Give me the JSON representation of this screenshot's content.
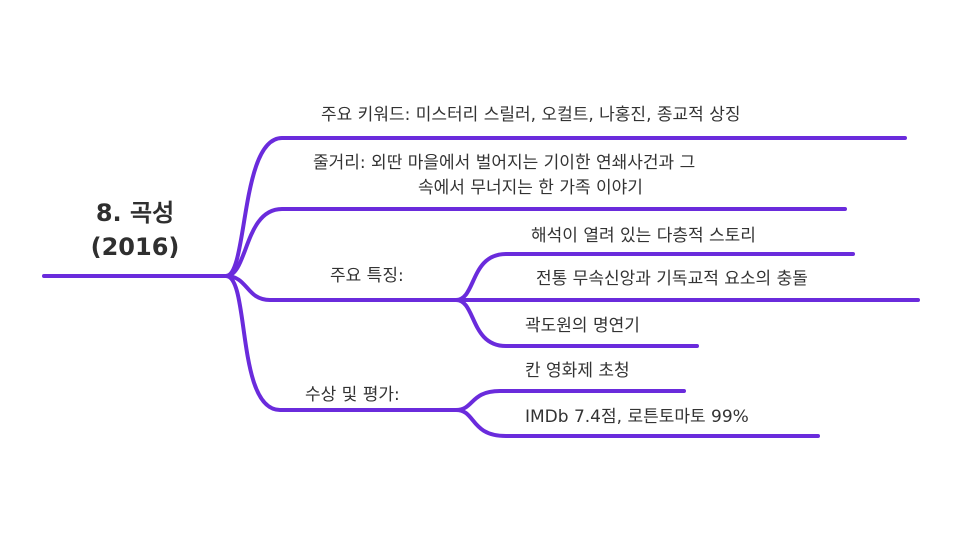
{
  "root": {
    "title": "8. 곡성",
    "year": "(2016)"
  },
  "branches": {
    "keywords": "주요 키워드: 미스터리 스릴러, 오컬트, 나홍진, 종교적 상징",
    "plot_line1": "줄거리: 외딴 마을에서 벌어지는 기이한 연쇄사건과 그",
    "plot_line2": "속에서 무너지는 한 가족 이야기",
    "features": {
      "label": "주요 특징:",
      "items": [
        "해석이 열려 있는 다층적 스토리",
        "전통 무속신앙과 기독교적 요소의 충돌",
        "곽도원의 명연기"
      ]
    },
    "awards": {
      "label": "수상 및 평가:",
      "items": [
        "칸 영화제 초청",
        "IMDb 7.4점, 로튼토마토 99%"
      ]
    }
  },
  "colors": {
    "line": "#6a2bdc",
    "text": "#333333",
    "background": "#ffffff"
  }
}
